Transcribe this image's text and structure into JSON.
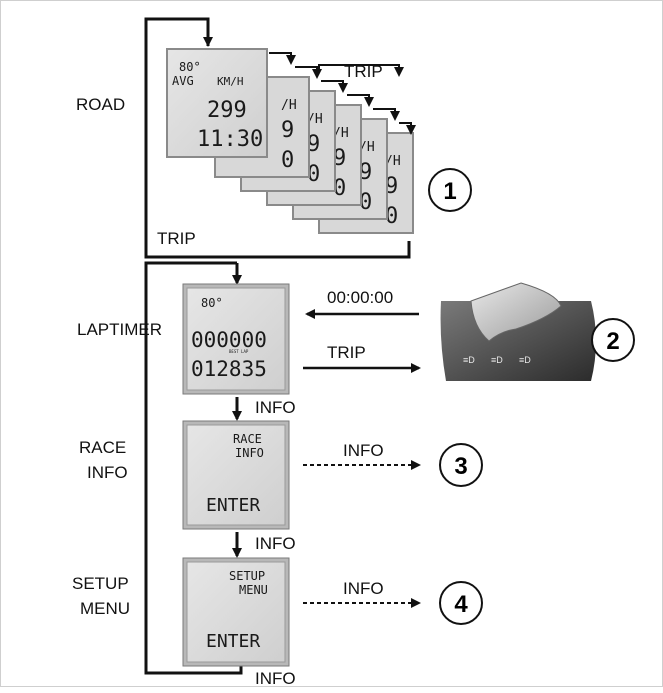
{
  "sections": {
    "road": "ROAD",
    "laptimer": [
      "LAPTIMER"
    ],
    "race_info": [
      "RACE",
      "INFO"
    ],
    "setup_menu": [
      "SETUP",
      "MENU"
    ]
  },
  "road_display": {
    "temp": "80°",
    "avg": "AVG",
    "unit": "KM/H",
    "speed": "299",
    "time": "11:30",
    "stack_unit_fragment": "/H",
    "stack_digit_a": "9",
    "stack_digit_b": "0"
  },
  "road_transitions": {
    "top": "TRIP",
    "bottom": "TRIP"
  },
  "laptimer_display": {
    "temp": "80°",
    "line1": "000000",
    "line2": "012835",
    "tiny": "BEST LAP"
  },
  "race_info_display": {
    "line1": "RACE",
    "line2": "INFO",
    "enter": "ENTER"
  },
  "setup_menu_display": {
    "line1": "SETUP",
    "line2": "MENU",
    "enter": "ENTER"
  },
  "transitions": {
    "reset": "00:00:00",
    "trip": "TRIP",
    "info_after_laptimer": "INFO",
    "info_after_race": "INFO",
    "info_to_3": "INFO",
    "info_to_4": "INFO",
    "info_bottom": "INFO"
  },
  "callouts": [
    "1",
    "2",
    "3",
    "4"
  ],
  "switch_icons": [
    "≡D",
    "≡D",
    "≡D"
  ]
}
